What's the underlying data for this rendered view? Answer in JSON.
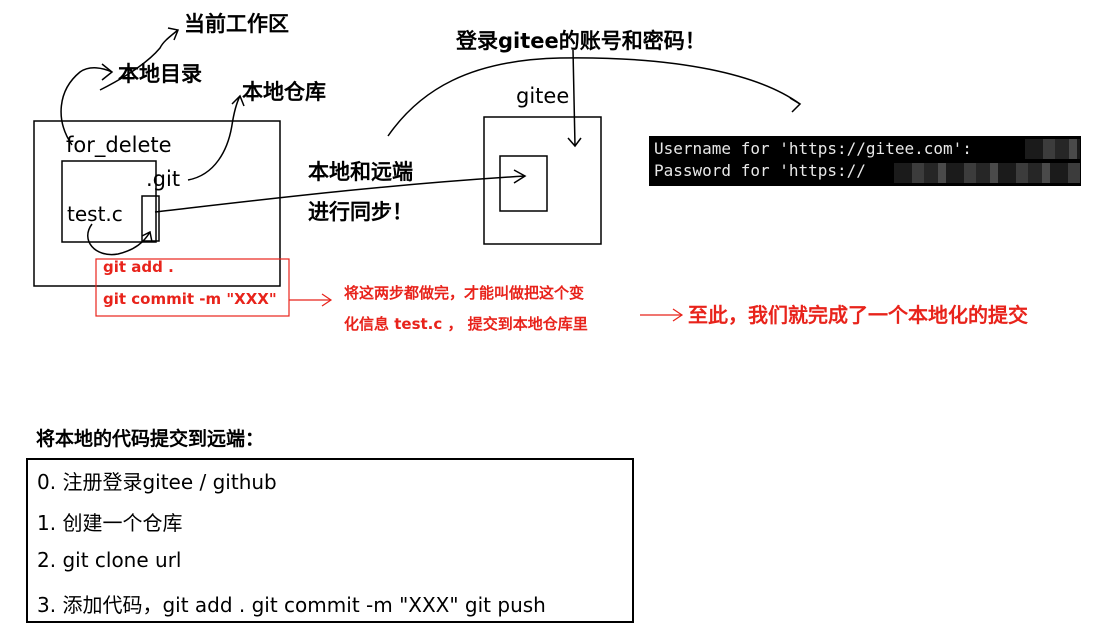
{
  "labels": {
    "workspace": "当前工作区",
    "local_dir": "本地目录",
    "local_repo": "本地仓库",
    "login_prompt": "登录gitee的账号和密码！",
    "gitee": "gitee",
    "folder": "for_delete",
    "git_dir": ".git",
    "file": "test.c",
    "sync_line1": "本地和远端",
    "sync_line2": "进行同步！"
  },
  "commands": {
    "add": "git add .",
    "commit": "git commit -m \"XXX\""
  },
  "notes": {
    "explain_line1": "将这两步都做完，才能叫做把这个变",
    "explain_line2": "化信息 test.c ，  提交到本地仓库里",
    "conclusion": "至此，我们就完成了一个本地化的提交"
  },
  "terminal": {
    "username_line": "Username for 'https://gitee.com':",
    "password_line": "Password for 'https://"
  },
  "remote_section": {
    "heading": "将本地的代码提交到远端：",
    "steps": [
      "0. 注册登录gitee / github",
      "1. 创建一个仓库",
      "2. git clone url",
      "3. 添加代码，git add .   git commit -m \"XXX\"    git push"
    ]
  },
  "colors": {
    "annotation": "#e8231b",
    "terminal_bg": "#000000",
    "terminal_fg": "#e8e8e8"
  }
}
